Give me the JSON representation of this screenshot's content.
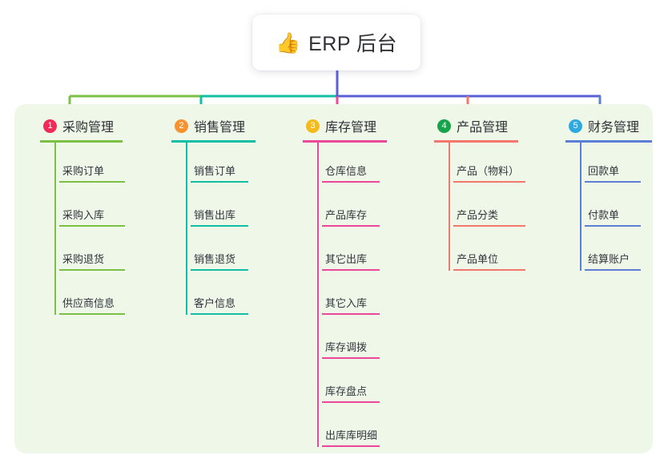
{
  "diagram": {
    "type": "mind-map",
    "background_color": "#ffffff",
    "panel_color": "#eff7e9",
    "root": {
      "icon": "thumbs-up-icon",
      "emoji": "👍",
      "label": "ERP 后台",
      "box_color": "#ffffff",
      "text_color": "#2f3136"
    },
    "trunk_color": "#5b5fd4",
    "branch_bar_colors": [
      "#7ac143",
      "#11bfa4",
      "#5b5fd4"
    ],
    "columns": [
      {
        "index": "1",
        "badge_number": "1",
        "badge_color": "#ef2b58",
        "title": "采购管理",
        "accent_color": "#7ac143",
        "connector_color": "#7ac143",
        "items": [
          {
            "label": "采购订单"
          },
          {
            "label": "采购入库"
          },
          {
            "label": "采购退货"
          },
          {
            "label": "供应商信息"
          }
        ]
      },
      {
        "index": "2",
        "badge_number": "2",
        "badge_color": "#f59331",
        "title": "销售管理",
        "accent_color": "#11bfa4",
        "connector_color": "#11bfa4",
        "items": [
          {
            "label": "销售订单"
          },
          {
            "label": "销售出库"
          },
          {
            "label": "销售退货"
          },
          {
            "label": "客户信息"
          }
        ]
      },
      {
        "index": "3",
        "badge_number": "3",
        "badge_color": "#f5bb1d",
        "title": "库存管理",
        "accent_color": "#ec4899",
        "connector_color": "#ec4899",
        "items": [
          {
            "label": "仓库信息"
          },
          {
            "label": "产品库存"
          },
          {
            "label": "其它出库"
          },
          {
            "label": "其它入库"
          },
          {
            "label": "库存调拨"
          },
          {
            "label": "库存盘点"
          },
          {
            "label": "出库库明细"
          }
        ]
      },
      {
        "index": "4",
        "badge_number": "4",
        "badge_color": "#16a34a",
        "title": "产品管理",
        "accent_color": "#f4776d",
        "connector_color": "#f4776d",
        "items": [
          {
            "label": "产品（物料）"
          },
          {
            "label": "产品分类"
          },
          {
            "label": "产品单位"
          }
        ]
      },
      {
        "index": "5",
        "badge_number": "5",
        "badge_color": "#2eaae0",
        "title": "财务管理",
        "accent_color": "#5b7fd4",
        "connector_color": "#5b7fd4",
        "items": [
          {
            "label": "回款单"
          },
          {
            "label": "付款单"
          },
          {
            "label": "结算账户"
          }
        ]
      }
    ]
  }
}
